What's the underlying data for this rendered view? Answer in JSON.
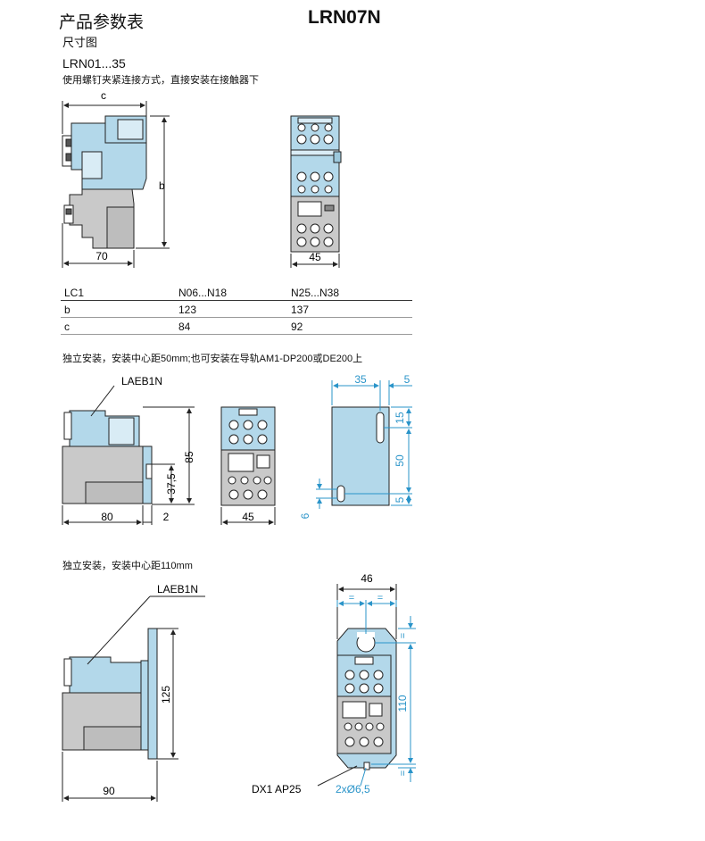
{
  "header": {
    "title": "产品参数表",
    "model": "LRN07N",
    "subtitle": "尺寸图",
    "range": "LRN01...35",
    "note_direct_mount": "使用螺钉夹紧连接方式，直接安装在接触器下"
  },
  "dimension_table": {
    "headers": [
      "LC1",
      "N06...N18",
      "N25...N38"
    ],
    "rows": [
      [
        "b",
        "123",
        "137"
      ],
      [
        "c",
        "84",
        "92"
      ]
    ]
  },
  "section_50mm": {
    "note": "独立安装，安装中心距50mm;也可安装在导轨AM1-DP200或DE200上",
    "accessory": "LAEB1N",
    "dims": {
      "depth": "80",
      "gap": "2",
      "height": "85",
      "rail": "37,5",
      "width": "45",
      "top_w": "35",
      "right_w": "5",
      "d15": "15",
      "d50": "50",
      "d5": "5",
      "d6": "6"
    }
  },
  "section_110mm": {
    "note": "独立安装，安装中心距110mm",
    "accessory": "LAEB1N",
    "dims": {
      "depth": "90",
      "height": "125",
      "width": "46",
      "eq": "=",
      "pitch": "110",
      "screw": "DX1 AP25",
      "holes": "2xØ6,5"
    }
  },
  "top_dims": {
    "c": "c",
    "b": "b",
    "depth": "70",
    "width": "45"
  },
  "colors": {
    "device_fill": "#b3d8ea",
    "grey_fill": "#c9c9c9",
    "dim_blue": "#2a94c9",
    "line": "#222222"
  }
}
